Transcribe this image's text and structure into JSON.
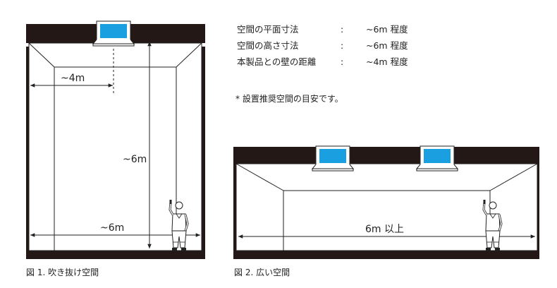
{
  "specs": [
    {
      "label": "空間の平面寸法",
      "colon": ":",
      "value": "~6m 程度"
    },
    {
      "label": "空間の高さ寸法",
      "colon": ":",
      "value": "~6m 程度"
    },
    {
      "label": "本製品との壁の距離",
      "colon": ":",
      "value": "~4m 程度"
    }
  ],
  "note": "* 設置推奨空間の目安です。",
  "figure1": {
    "caption": "図 1.   吹き抜け空間",
    "dim_horizontal_top": "~4m",
    "dim_vertical": "~6m",
    "dim_horizontal_bottom": "~6m"
  },
  "figure2": {
    "caption": "図 2.   広い空間",
    "dim_horizontal": "6m 以上"
  },
  "colors": {
    "frame": "#231815",
    "unit_blue": "#1aa0e0",
    "line": "#222222"
  }
}
